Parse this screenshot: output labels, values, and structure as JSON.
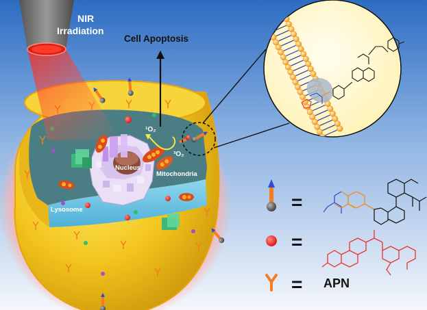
{
  "labels": {
    "nir": [
      "NIR",
      "Irradiation"
    ],
    "apoptosis": "Cell Apoptosis",
    "nucleus": "Nucleus",
    "mitochondria": "Mitochondria",
    "lysosome": "Lysosome",
    "singlet_oxygen": "¹O₂",
    "triplet_oxygen": "³O₂",
    "equals": "=",
    "apn": "APN"
  },
  "colors": {
    "background_top": "#2f6fc4",
    "background_bottom": "#f2f5fb",
    "membrane": "#f2c71e",
    "cytoplasm": "#4a7e84",
    "beam": "#ff2a1a",
    "apn": "#f57c1f",
    "probe_active": "#e8201d",
    "structure_blue": "#2f4bd6",
    "structure_orange": "#f28c1e",
    "structure_black": "#1a1a1a",
    "structure_red": "#e8332b"
  },
  "legend": [
    {
      "item": "probe-symbol",
      "structure": "probe-structure"
    },
    {
      "item": "activated-dye-symbol",
      "structure": "activated-dye-structure"
    },
    {
      "item": "apn-receptor-symbol",
      "label": "APN"
    }
  ]
}
